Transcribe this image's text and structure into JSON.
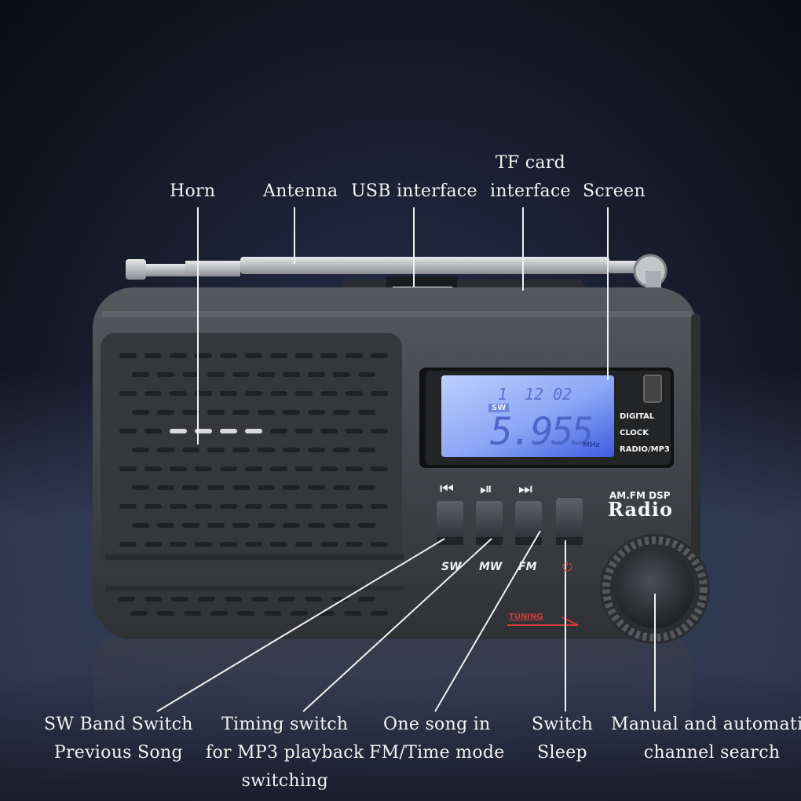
{
  "callouts_top": {
    "horn": "Horn",
    "antenna": "Antenna",
    "usb": "USB interface",
    "tf_line1": "TF card",
    "tf_line2": "interface",
    "screen": "Screen"
  },
  "callouts_bottom": {
    "sw_line1": "SW Band Switch",
    "sw_line2": "Previous Song",
    "timing_line1": "Timing switch",
    "timing_line2": "for MP3 playback",
    "timing_line3": "switching",
    "onesong_line1": "One song in",
    "onesong_line2": "FM/Time mode",
    "switch_line1": "Switch",
    "switch_line2": "Sleep",
    "manual_line1": "Manual and automatic",
    "manual_line2": "channel search"
  },
  "lcd": {
    "index": "1",
    "clock": "12 02",
    "band": "SW",
    "frequency": "5.955",
    "unit": "MHz"
  },
  "side_panel": {
    "line1": "DIGITAL",
    "line2": "CLOCK",
    "line3": "RADIO/MP3"
  },
  "brand": {
    "top": "AM.FM DSP",
    "name": "Radio"
  },
  "buttons": {
    "sw": "SW",
    "mw": "MW",
    "fm": "FM",
    "prev_icon": "⏮",
    "play_icon": "⏯",
    "next_icon": "⏭",
    "power_icon": "⏻"
  },
  "tuning_label": "TUNING",
  "colors": {
    "lcd": "#8fb0ff",
    "body": "#3f4246",
    "accent_red": "#d23a3a"
  }
}
